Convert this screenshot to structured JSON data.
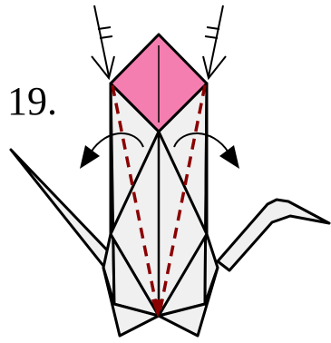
{
  "step": {
    "number": "19."
  },
  "colors": {
    "paper": "#f0f0f0",
    "colored_side": "#f57eb0",
    "outline": "#000000",
    "valley_fold": "#8b0000"
  },
  "symbols": [
    "push-arrow-left",
    "push-arrow-right",
    "swing-arrow-left",
    "swing-arrow-right",
    "valley-fold-line-left",
    "valley-fold-line-right"
  ]
}
